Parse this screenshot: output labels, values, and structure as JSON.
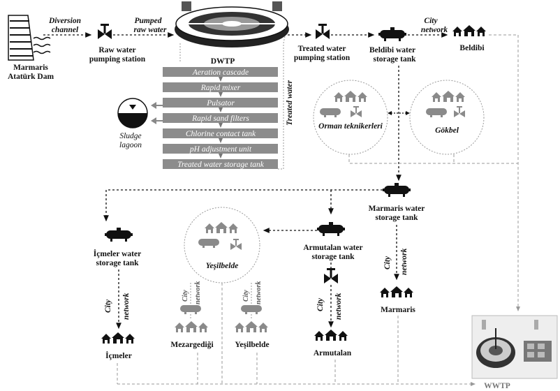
{
  "dam": {
    "name_line1": "Marmaris",
    "name_line2": "Atatürk Dam"
  },
  "diversion": {
    "line1": "Diversion",
    "line2": "channel"
  },
  "raw_pump": {
    "line1": "Raw water",
    "line2": "pumping station"
  },
  "pumped": {
    "line1": "Pumped",
    "line2": "raw water"
  },
  "dwtp": {
    "title": "DWTP",
    "steps": [
      "Aeration cascade",
      "Rapid mixer",
      "Pulsator",
      "Rapid sand filters",
      "Chlorine contact tank",
      "pH adjustment unit",
      "Treated water storage tank"
    ]
  },
  "treated_water_label": "Treated water",
  "sludge": {
    "line1": "Sludge",
    "line2": "lagoon"
  },
  "treated_pump": {
    "line1": "Treated water",
    "line2": "pumping station"
  },
  "beldibi_tank": {
    "line1": "Beldibi water",
    "line2": "storage tank"
  },
  "city_network": {
    "line1": "City",
    "line2": "network"
  },
  "beldibi": "Beldibi",
  "orman": "Orman teknikerleri",
  "gokbel": "Gökbel",
  "marmaris_tank": {
    "line1": "Marmaris water",
    "line2": "storage tank"
  },
  "icmeler_tank": {
    "line1": "İçmeler water",
    "line2": "storage tank"
  },
  "yesilbelde_zone": "Yeşilbelde",
  "armutalan_tank": {
    "line1": "Armutalan water",
    "line2": "storage tank"
  },
  "marmaris": "Marmaris",
  "icmeler": "İçmeler",
  "mezargedigi": "Mezargediği",
  "yesilbelde": "Yeşilbelde",
  "armutalan": "Armutalan",
  "wwtp": "WWTP"
}
